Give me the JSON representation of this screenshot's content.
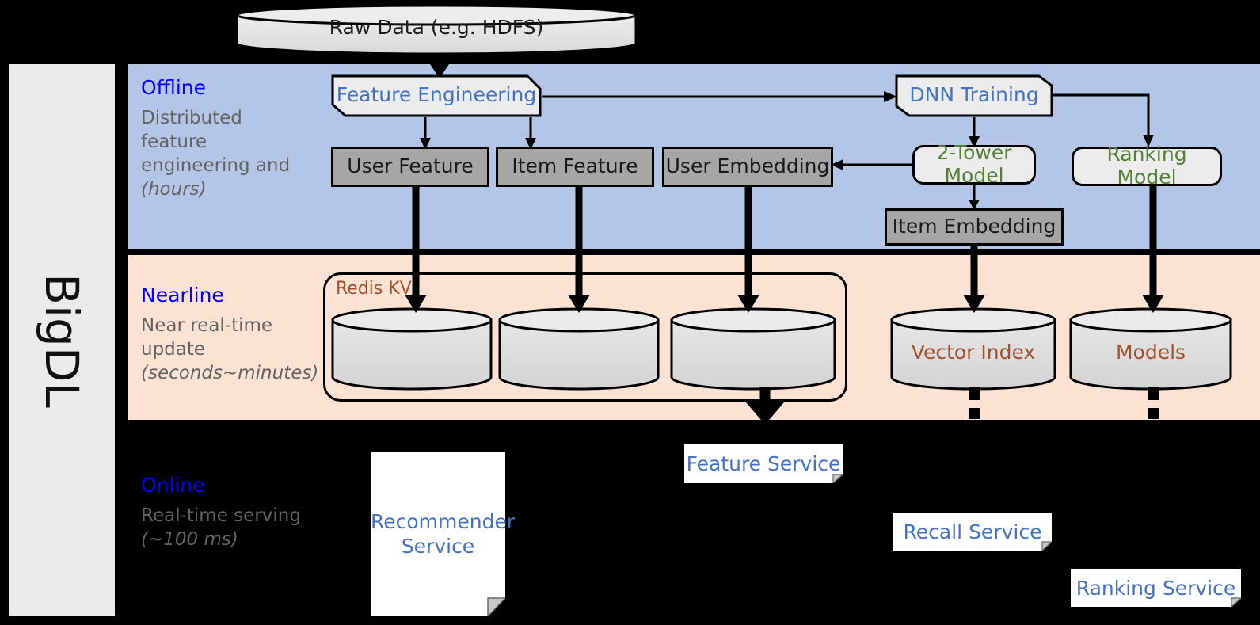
{
  "framework": {
    "name": "BigDL"
  },
  "source": {
    "label": "Raw Data (e.g. HDFS)"
  },
  "bands": [
    {
      "id": "offline",
      "title": "Offline",
      "subtitle": "Distributed feature engineering and ",
      "subtitle_italic": "(hours)",
      "bg": "#b3c6e7"
    },
    {
      "id": "nearline",
      "title": "Nearline",
      "subtitle": "Near real-time update ",
      "subtitle_italic": "(seconds~minutes)",
      "bg": "#fbe2d3"
    },
    {
      "id": "online",
      "title": "Online",
      "subtitle": "Real-time serving ",
      "subtitle_italic": "(~100 ms)",
      "bg": "#000000"
    }
  ],
  "offline": {
    "feature_engineering": "Feature Engineering",
    "dnn_training": "DNN Training",
    "user_feature": "User Feature",
    "item_feature": "Item Feature",
    "user_embedding": "User Embedding",
    "two_tower_model": "2-Tower Model",
    "ranking_model": "Ranking Model",
    "item_embedding": "Item Embedding"
  },
  "nearline": {
    "redis_kv": "Redis KV",
    "store_1": "",
    "store_2": "",
    "store_3": "",
    "vector_index": "Vector Index",
    "models": "Models"
  },
  "online": {
    "recommender_service": "Recommender Service",
    "feature_service": "Feature Service",
    "recall_service": "Recall Service",
    "ranking_service": "Ranking Service"
  },
  "colors": {
    "offline_band": "#b3c6e7",
    "nearline_band": "#fbe2d3",
    "online_band": "#000000",
    "band_title": "#0000ff",
    "band_subtitle": "#636363",
    "store_fill": "#a6a6a6",
    "proc_fill": "#ececec",
    "blue_text": "#4573c4",
    "green_text": "#548235",
    "brown_text": "#a0522d",
    "rail_fill": "#ebebeb"
  }
}
